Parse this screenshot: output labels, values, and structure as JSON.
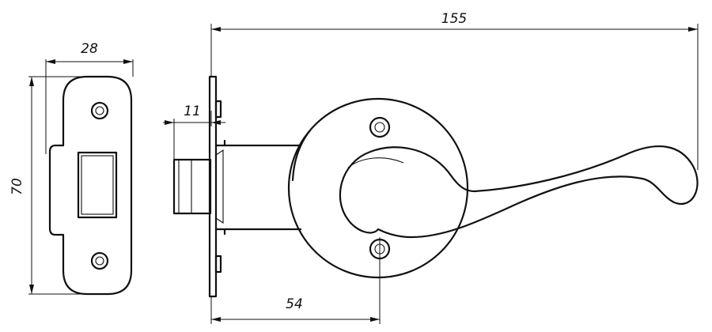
{
  "dimensions": {
    "overall_length": "155",
    "strike_width": "28",
    "strike_height": "70",
    "latch_projection": "11",
    "backset": "54"
  },
  "colors": {
    "ink": "#111111",
    "background": "#ffffff"
  }
}
